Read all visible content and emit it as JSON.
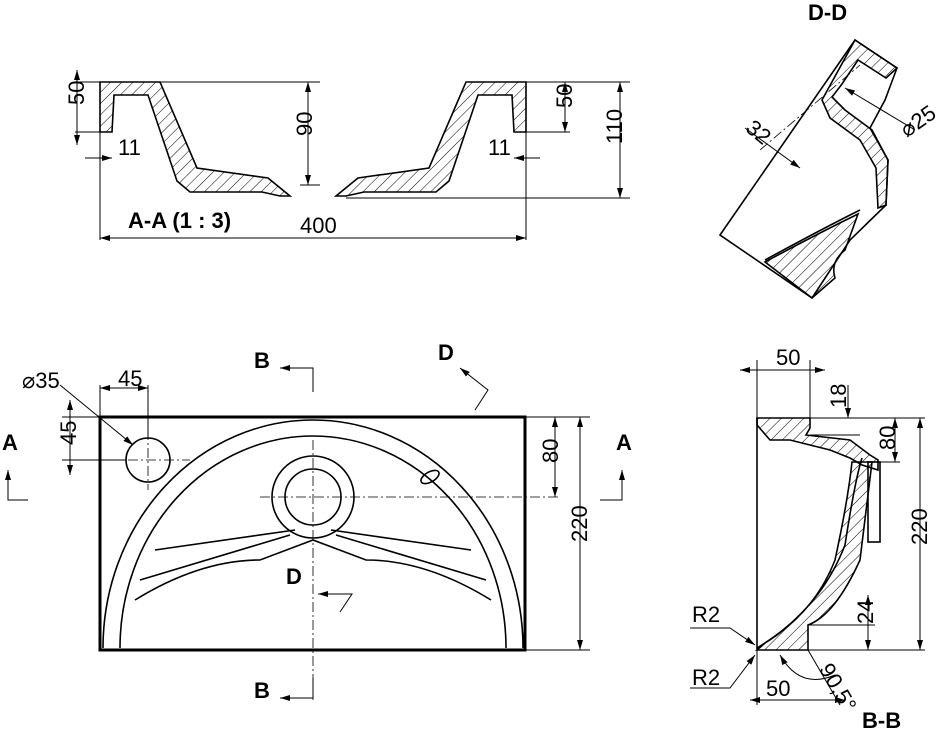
{
  "section_aa": {
    "title": "A-A  (1 : 3)",
    "dim_50_left": "50",
    "dim_11_left": "11",
    "dim_90": "90",
    "dim_11_right": "11",
    "dim_50_right": "50",
    "dim_110": "110",
    "dim_400": "400"
  },
  "section_dd": {
    "title": "D-D",
    "dim_32": "32",
    "dim_25": "⌀25"
  },
  "plan": {
    "label_b_top": "B",
    "label_b_bottom": "B",
    "label_d_top": "D",
    "label_d_mid": "D",
    "label_a_left": "A",
    "label_a_right": "A",
    "dim_35": "⌀35",
    "dim_45_h": "45",
    "dim_45_v": "45",
    "dim_80": "80",
    "dim_220": "220"
  },
  "section_bb": {
    "title": "B-B",
    "dim_50_top": "50",
    "dim_18": "18",
    "dim_80": "80",
    "dim_220": "220",
    "dim_24": "24",
    "r2_top": "R2",
    "r2_bottom": "R2",
    "dim_50_bottom": "50",
    "angle": "90,5°"
  }
}
